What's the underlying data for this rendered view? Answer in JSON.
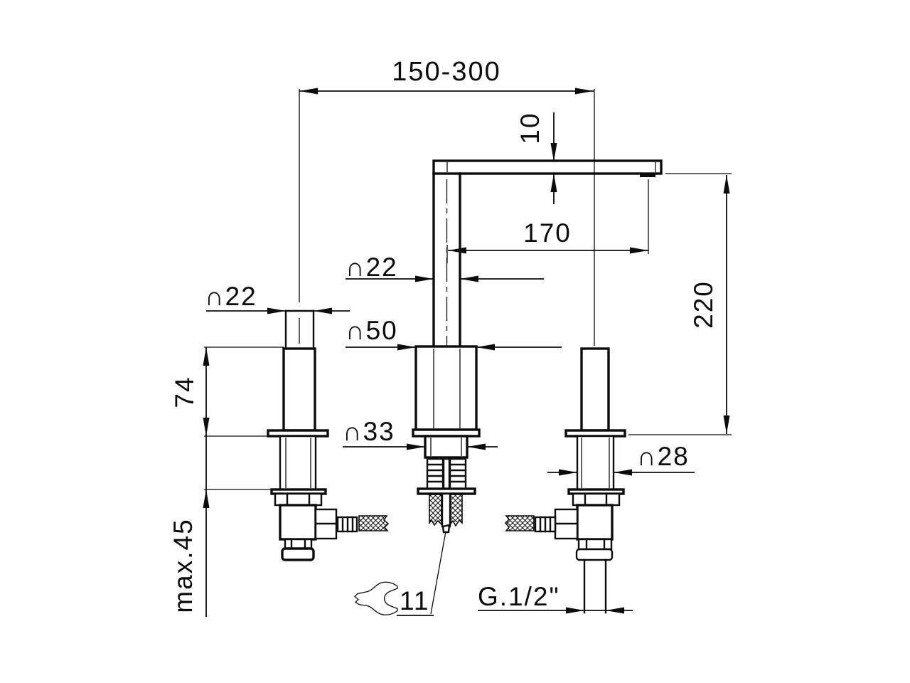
{
  "labels": {
    "spacing": "150-300",
    "spout_thickness": "10",
    "spout_reach": "170",
    "spout_height": "220",
    "left_handle_diameter": "∩22",
    "spout_column_diameter": "∩22",
    "base_diameter": "∩50",
    "center_shank_diameter": "∩33",
    "right_shank_diameter": "∩28",
    "left_body_height": "74",
    "max_deck_thickness": "max.45",
    "wrench_size": "11",
    "thread": "G.1/2\""
  },
  "colors": {
    "line": "#0c0c0c",
    "background": "#ffffff"
  }
}
